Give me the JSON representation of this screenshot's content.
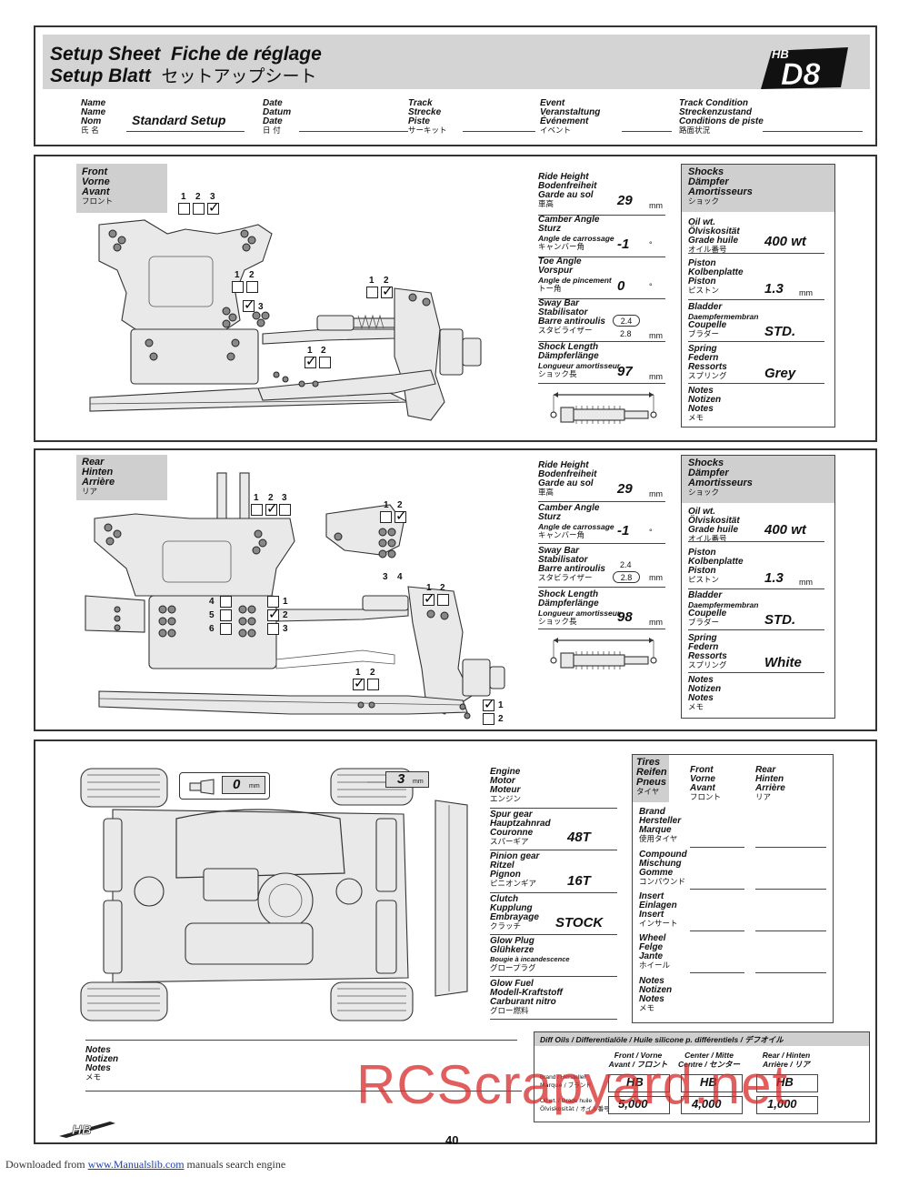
{
  "header": {
    "title_line1_a": "Setup Sheet",
    "title_line1_b": "Fiche de réglage",
    "title_line2_a": "Setup Blatt",
    "title_line2_b": "セットアップシート",
    "logo_hb": "HB",
    "logo_model": "D8",
    "fields": {
      "name": [
        "Name",
        "Name",
        "Nom",
        "氏 名"
      ],
      "name_value": "Standard Setup",
      "date": [
        "Date",
        "Datum",
        "Date",
        "日 付"
      ],
      "track": [
        "Track",
        "Strecke",
        "Piste",
        "サーキット"
      ],
      "event": [
        "Event",
        "Veranstaltung",
        "Événement",
        "イベント"
      ],
      "condition": [
        "Track Condition",
        "Streckenzustand",
        "Conditions de piste",
        "路面状況"
      ]
    }
  },
  "front": {
    "label": [
      "Front",
      "Vorne",
      "Avant",
      "フロント"
    ],
    "tower_nums": [
      "1",
      "2",
      "3"
    ],
    "inner_nums": [
      "1",
      "2"
    ],
    "inner_3": "3",
    "hub_nums": [
      "1",
      "2"
    ],
    "arm_nums": [
      "1",
      "2"
    ],
    "ride_height": {
      "label": [
        "Ride Height",
        "Bodenfreiheit",
        "Garde au sol",
        "車高"
      ],
      "value": "29",
      "unit": "mm"
    },
    "camber": {
      "label": [
        "Camber Angle",
        "Sturz",
        "Angle de carrossage",
        "キャンバー角"
      ],
      "value": "-1",
      "unit": "°"
    },
    "toe": {
      "label": [
        "Toe Angle",
        "Vorspur",
        "Angle de pincement",
        "トー角"
      ],
      "value": "0",
      "unit": "°"
    },
    "sway": {
      "label": [
        "Sway Bar",
        "Stabilisator",
        "Barre antiroulis",
        "スタビライザー"
      ],
      "opt1": "2.4",
      "opt2": "2.8",
      "unit": "mm"
    },
    "shock_length": {
      "label": [
        "Shock Length",
        "Dämpferlänge",
        "Longueur amortisseur",
        "ショック長"
      ],
      "value": "97",
      "unit": "mm"
    },
    "shocks": {
      "title": [
        "Shocks",
        "Dämpfer",
        "Amortisseurs",
        "ショック"
      ],
      "oil": {
        "label": [
          "Oil wt.",
          "Ölviskosität",
          "Grade huile",
          "オイル番号"
        ],
        "value": "400 wt"
      },
      "piston": {
        "label": [
          "Piston",
          "Kolbenplatte",
          "Piston",
          "ピストン"
        ],
        "value": "1.3",
        "unit": "mm"
      },
      "bladder": {
        "label": [
          "Bladder",
          "Daempfermembran",
          "Coupelle",
          "ブラダー"
        ],
        "value": "STD."
      },
      "spring": {
        "label": [
          "Spring",
          "Federn",
          "Ressorts",
          "スプリング"
        ],
        "value": "Grey"
      },
      "notes": [
        "Notes",
        "Notizen",
        "Notes",
        "メモ"
      ]
    }
  },
  "rear": {
    "label": [
      "Rear",
      "Hinten",
      "Arrière",
      "リア"
    ],
    "tower_nums": [
      "1",
      "2",
      "3"
    ],
    "hub_top_nums": [
      "1",
      "2"
    ],
    "hub_bottom_nums": [
      "3",
      "4"
    ],
    "inner_left_nums": [
      "4",
      "5",
      "6"
    ],
    "inner_right_nums": [
      "1",
      "2",
      "3"
    ],
    "hub_right_nums": [
      "1",
      "2"
    ],
    "arm_nums": [
      "1",
      "2"
    ],
    "arm_side_nums": [
      "1",
      "2"
    ],
    "ride_height": {
      "label": [
        "Ride Height",
        "Bodenfreiheit",
        "Garde au sol",
        "車高"
      ],
      "value": "29",
      "unit": "mm"
    },
    "camber": {
      "label": [
        "Camber Angle",
        "Sturz",
        "Angle de carrossage",
        "キャンバー角"
      ],
      "value": "-1",
      "unit": "°"
    },
    "sway": {
      "label": [
        "Sway Bar",
        "Stabilisator",
        "Barre antiroulis",
        "スタビライザー"
      ],
      "opt1": "2.4",
      "opt2": "2.8",
      "unit": "mm"
    },
    "shock_length": {
      "label": [
        "Shock Length",
        "Dämpferlänge",
        "Longueur amortisseur",
        "ショック長"
      ],
      "value": "98",
      "unit": "mm"
    },
    "shocks": {
      "title": [
        "Shocks",
        "Dämpfer",
        "Amortisseurs",
        "ショック"
      ],
      "oil": {
        "label": [
          "Oil wt.",
          "Ölviskosität",
          "Grade huile",
          "オイル番号"
        ],
        "value": "400 wt"
      },
      "piston": {
        "label": [
          "Piston",
          "Kolbenplatte",
          "Piston",
          "ピストン"
        ],
        "value": "1.3",
        "unit": "mm"
      },
      "bladder": {
        "label": [
          "Bladder",
          "Daempfermembran",
          "Coupelle",
          "ブラダー"
        ],
        "value": "STD."
      },
      "spring": {
        "label": [
          "Spring",
          "Federn",
          "Ressorts",
          "スプリング"
        ],
        "value": "White"
      },
      "notes": [
        "Notes",
        "Notizen",
        "Notes",
        "メモ"
      ]
    }
  },
  "drivetrain": {
    "front_gap": {
      "value": "0",
      "unit": "mm"
    },
    "rear_gap": {
      "value": "3",
      "unit": "mm"
    },
    "engine": [
      "Engine",
      "Motor",
      "Moteur",
      "エンジン"
    ],
    "spur": {
      "label": [
        "Spur gear",
        "Hauptzahnrad",
        "Couronne",
        "スパーギア"
      ],
      "value": "48T"
    },
    "pinion": {
      "label": [
        "Pinion gear",
        "Ritzel",
        "Pignon",
        "ピニオンギア"
      ],
      "value": "16T"
    },
    "clutch": {
      "label": [
        "Clutch",
        "Kupplung",
        "Embrayage",
        "クラッチ"
      ],
      "value": "STOCK"
    },
    "glowplug": [
      "Glow Plug",
      "Glühkerze",
      "Bougie à incandescence",
      "グロープラグ"
    ],
    "glowfuel": [
      "Glow Fuel",
      "Modell-Kraftstoff",
      "Carburant nitro",
      "グロー燃料"
    ]
  },
  "tires": {
    "title": [
      "Tires",
      "Reifen",
      "Pneus",
      "タイヤ"
    ],
    "front": [
      "Front",
      "Vorne",
      "Avant",
      "フロント"
    ],
    "rear": [
      "Rear",
      "Hinten",
      "Arrière",
      "リア"
    ],
    "brand": [
      "Brand",
      "Hersteller",
      "Marque",
      "使用タイヤ"
    ],
    "compound": [
      "Compound",
      "Mischung",
      "Gomme",
      "コンパウンド"
    ],
    "insert": [
      "Insert",
      "Einlagen",
      "Insert",
      "インサート"
    ],
    "wheel": [
      "Wheel",
      "Felge",
      "Jante",
      "ホイール"
    ],
    "notes": [
      "Notes",
      "Notizen",
      "Notes",
      "メモ"
    ]
  },
  "notes_bottom": [
    "Notes",
    "Notizen",
    "Notes",
    "メモ"
  ],
  "diff": {
    "title": "Diff Oils / Differentialöle / Huile silicone p. différentiels / デフオイル",
    "col_front": [
      "Front / Vorne",
      "Avant / フロント"
    ],
    "col_center": [
      "Center / Mitte",
      "Centre / センター"
    ],
    "col_rear": [
      "Rear / Hinten",
      "Arrière / リア"
    ],
    "row_brand": [
      "Brand / Hersteller",
      "Marque / ブランド"
    ],
    "row_oil": [
      "Oil wt. / Grade huile",
      "Ölviskosität / オイル番号"
    ],
    "brand_values": [
      "HB",
      "HB",
      "HB"
    ],
    "oil_values": [
      "5,000",
      "4,000",
      "1,000"
    ]
  },
  "footer": {
    "page_number": "40",
    "brand_logo": "HB",
    "watermark": "RCScrapyard.net",
    "downloaded_from": "Downloaded from",
    "downloaded_link": "www.Manualslib.com",
    "downloaded_suffix": "manuals search engine"
  }
}
